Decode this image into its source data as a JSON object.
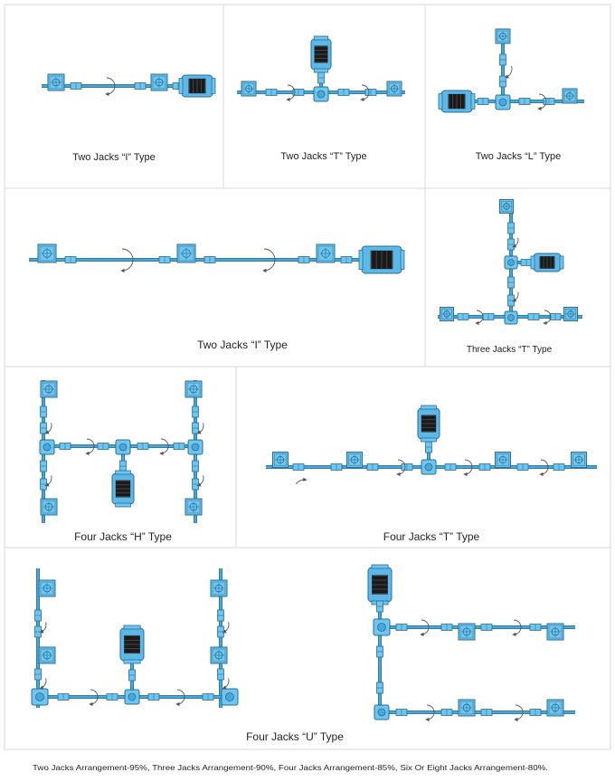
{
  "panels": [
    {
      "id": "p1",
      "caption": "Two Jacks “I” Type"
    },
    {
      "id": "p2",
      "caption": "Two Jacks “T” Type"
    },
    {
      "id": "p3",
      "caption": "Two Jacks “L” Type"
    },
    {
      "id": "p4",
      "caption": "Two Jacks “I” Type"
    },
    {
      "id": "p5",
      "caption": "Three Jacks “T” Type"
    },
    {
      "id": "p6",
      "caption": "Four Jacks “H” Type"
    },
    {
      "id": "p7",
      "caption": "Four Jacks “T” Type"
    },
    {
      "id": "p8",
      "caption": "Four Jacks “U” Type"
    }
  ],
  "footer": "Two Jacks Arrangement-95%, Three Jacks Arrangement-90%, Four Jacks Arrangement-85%, Six Or Eight Jacks Arrangement-80%.",
  "colors": {
    "shaft": "#4aa8d8",
    "jack_fill": "#6ec6ee",
    "jack_stroke": "#2a6f99",
    "motor_fill": "#5bb8e8",
    "motor_core": "#1a1a1a",
    "arrow": "#555555",
    "grid": "#d9d9d9"
  }
}
